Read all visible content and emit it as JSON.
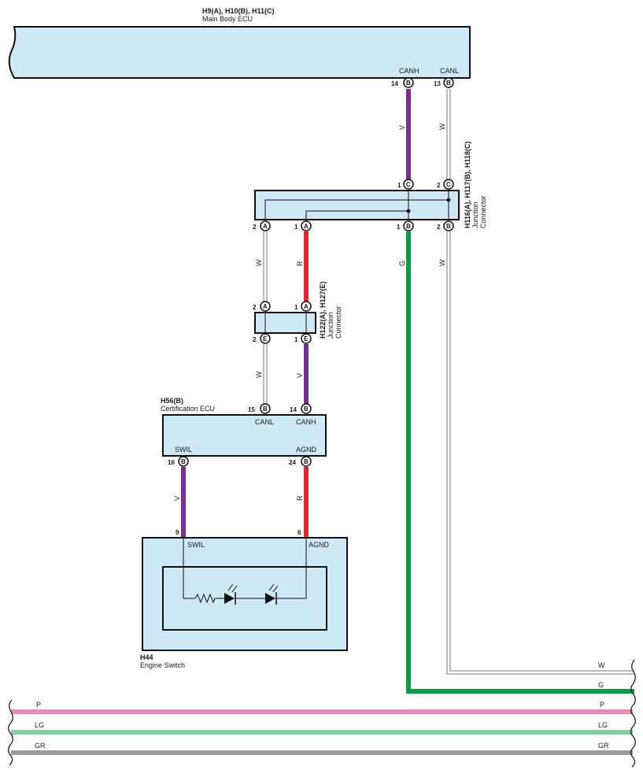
{
  "colors": {
    "box_fill": "#cfe8f6",
    "violet": "#7b2d93",
    "red": "#e0262a",
    "green": "#0a9a48",
    "white_wire": "#ffffff",
    "pink": "#ef86b8",
    "light_green": "#86cf9c",
    "gray": "#9a9a9c"
  },
  "main_ecu": {
    "code": "H9(A), H10(B), H11(C)",
    "name": "Main Body ECU",
    "canh_label": "CANH",
    "canl_label": "CANL",
    "canh_pin": "14",
    "canl_pin": "13",
    "connector": "B"
  },
  "junction_1": {
    "code": "H116(A), H117(B), H118(C)",
    "name_line1": "Junction",
    "name_line2": "Connector",
    "top_pins": [
      {
        "num": "1",
        "conn": "C"
      },
      {
        "num": "2",
        "conn": "C"
      }
    ],
    "bottom_pins": [
      {
        "num": "2",
        "conn": "A"
      },
      {
        "num": "1",
        "conn": "A"
      },
      {
        "num": "1",
        "conn": "B"
      },
      {
        "num": "2",
        "conn": "B"
      }
    ]
  },
  "junction_2": {
    "code": "H122(A), H127(E)",
    "name_line1": "Junction",
    "name_line2": "Connector",
    "top_pins": [
      {
        "num": "2",
        "conn": "A"
      },
      {
        "num": "1",
        "conn": "A"
      }
    ],
    "bottom_pins": [
      {
        "num": "2",
        "conn": "E"
      },
      {
        "num": "1",
        "conn": "E"
      }
    ]
  },
  "cert_ecu": {
    "code": "H56(B)",
    "name": "Certification ECU",
    "canl_label": "CANL",
    "canh_label": "CANH",
    "canl_pin": "15",
    "canh_pin": "14",
    "swil_label": "SWIL",
    "agnd_label": "AGND",
    "swil_pin": "16",
    "agnd_pin": "24",
    "connector": "B"
  },
  "engine_switch": {
    "code": "H44",
    "name": "Engine Switch",
    "swil_label": "SWIL",
    "agnd_label": "AGND",
    "swil_pin": "9",
    "agnd_pin": "6"
  },
  "wire_labels": {
    "v": "V",
    "w": "W",
    "r": "R",
    "g": "G"
  },
  "bus_lines": [
    {
      "label": "W",
      "color": "#ffffff"
    },
    {
      "label": "G",
      "color": "#0a9a48"
    },
    {
      "label": "P",
      "color": "#ef86b8"
    },
    {
      "label": "LG",
      "color": "#86cf9c"
    },
    {
      "label": "GR",
      "color": "#9a9a9c"
    }
  ]
}
